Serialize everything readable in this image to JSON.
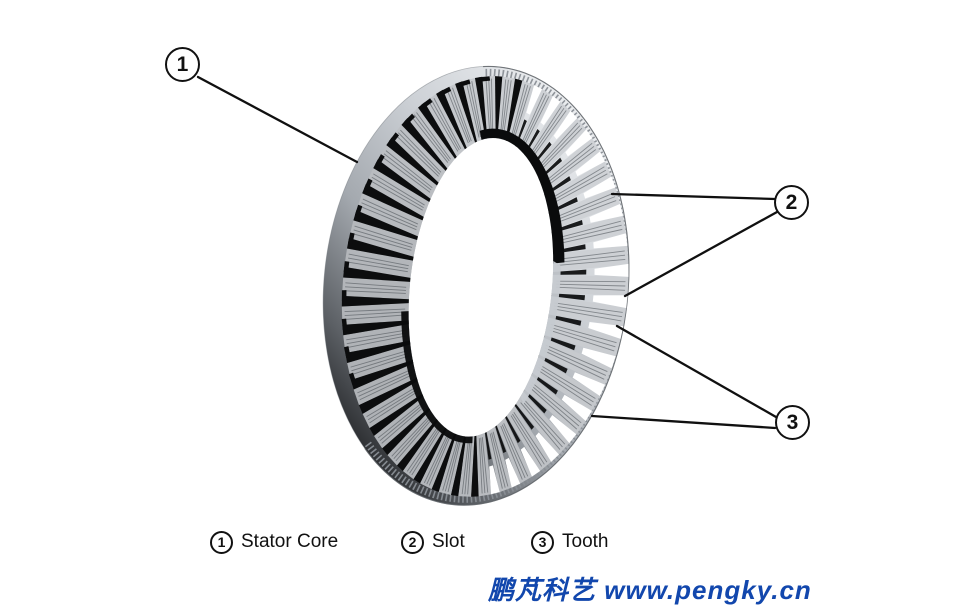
{
  "diagram": {
    "callouts": [
      {
        "num": "1"
      },
      {
        "num": "2"
      },
      {
        "num": "3"
      }
    ]
  },
  "legend": {
    "items": [
      {
        "num": "1",
        "label": "Stator Core"
      },
      {
        "num": "2",
        "label": "Slot"
      },
      {
        "num": "3",
        "label": "Tooth"
      }
    ]
  },
  "watermark": {
    "text": "鹏芃科艺 www.pengky.cn",
    "color": "#1247ad"
  },
  "colors": {
    "background": "#ffffff",
    "callout_line": "#101010",
    "metal_light": "#eef0f2",
    "metal_mid": "#9aa0a6",
    "metal_shadow": "#17181a",
    "slot_dark": "#0c0d0e",
    "tooth_base": "#c3c7cc",
    "lamination_stripe": "#8a8f96"
  }
}
